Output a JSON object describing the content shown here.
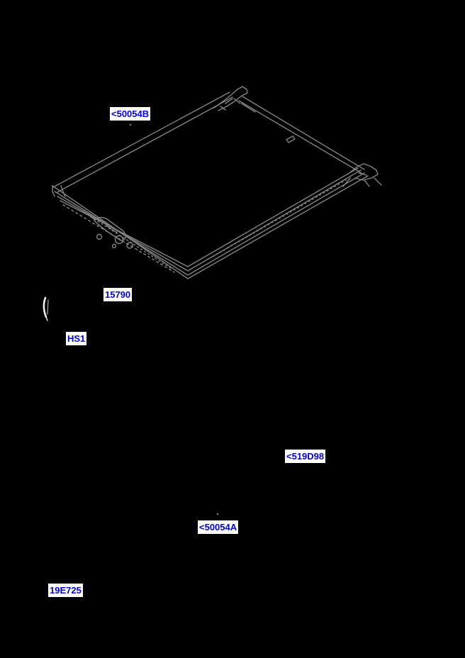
{
  "page": {
    "background_color": "#000000",
    "kind": "parts-catalog exploded-view diagram"
  },
  "diagram": {
    "description": "sunroof frame assembly wireframe drawing",
    "stroke_color": "#828282",
    "screw_color": "#ededed",
    "screw_shade_color": "#b0b0b0"
  },
  "label_style": {
    "text_color": "#0000ee",
    "background": "#ffffff"
  },
  "labels": {
    "part_50054B": {
      "text": "<50054B"
    },
    "part_15790": {
      "text": "15790"
    },
    "part_HS1": {
      "text": "HS1"
    },
    "part_519D98": {
      "text": "<519D98"
    },
    "part_50054A": {
      "text": "<50054A"
    },
    "part_19E725": {
      "text": "19E725"
    }
  }
}
